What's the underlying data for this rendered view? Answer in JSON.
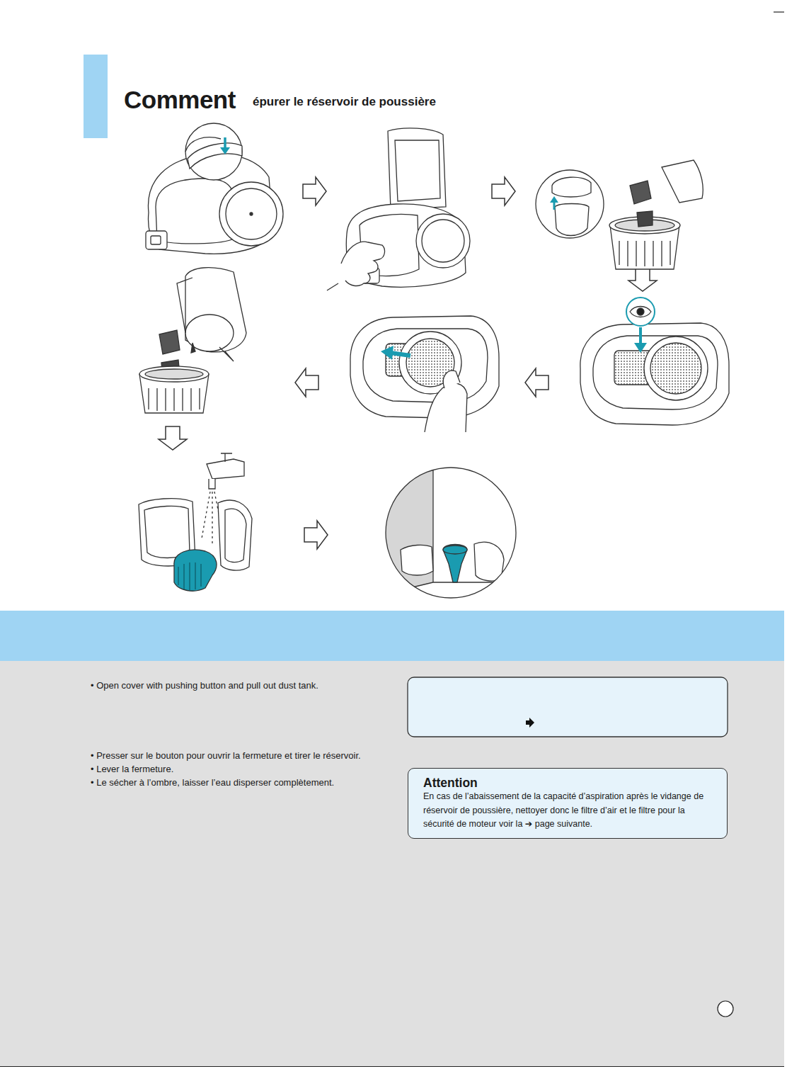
{
  "diagram": {
    "title": "Comment",
    "nodes": [
      {
        "text": [
          "Attention",
          "En cas de l’abaissement de la capacité d’aspiration après le vidange de réservoir de poussière, nettoyer donc le filtre d’air et le filtre pour la sécurité de moteur voir la ➔ page suivante."
        ]
      }
    ],
    "labels": [
      "épurer le réservoir de poussière",
      "• Open cover with pushing button and pull out dust tank.",
      "• Presser sur le bouton pour ouvrir la fermeture et tirer le réservoir.",
      "• Lever la fermeture.",
      "• Le sécher à l’ombre, laisser l’eau disperser complètement."
    ]
  }
}
